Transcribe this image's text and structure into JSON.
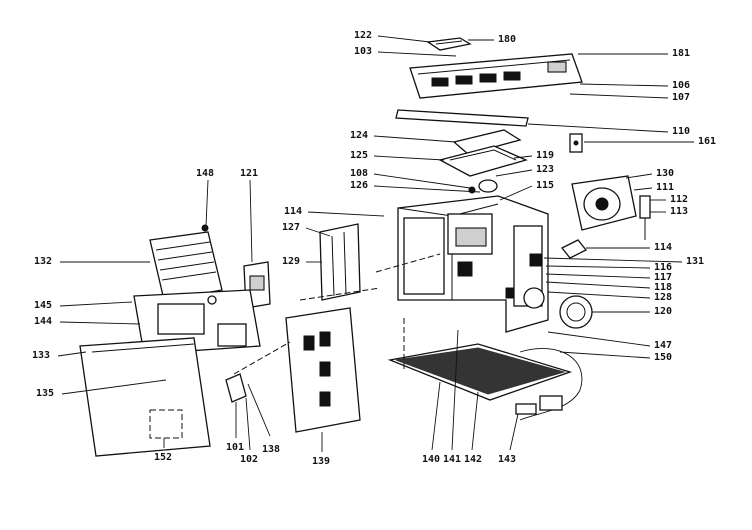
{
  "diagram": {
    "parts": [
      {
        "id": "p122",
        "number": "122"
      },
      {
        "id": "p180",
        "number": "180"
      },
      {
        "id": "p103",
        "number": "103"
      },
      {
        "id": "p181",
        "number": "181"
      },
      {
        "id": "p106",
        "number": "106"
      },
      {
        "id": "p107",
        "number": "107"
      },
      {
        "id": "p110",
        "number": "110"
      },
      {
        "id": "p161",
        "number": "161"
      },
      {
        "id": "p124",
        "number": "124"
      },
      {
        "id": "p125",
        "number": "125"
      },
      {
        "id": "p119",
        "number": "119"
      },
      {
        "id": "p123",
        "number": "123"
      },
      {
        "id": "p108",
        "number": "108"
      },
      {
        "id": "p126",
        "number": "126"
      },
      {
        "id": "p115",
        "number": "115"
      },
      {
        "id": "p130",
        "number": "130"
      },
      {
        "id": "p111",
        "number": "111"
      },
      {
        "id": "p112",
        "number": "112"
      },
      {
        "id": "p113",
        "number": "113"
      },
      {
        "id": "p148",
        "number": "148"
      },
      {
        "id": "p121",
        "number": "121"
      },
      {
        "id": "p114a",
        "number": "114"
      },
      {
        "id": "p127",
        "number": "127"
      },
      {
        "id": "p114b",
        "number": "114"
      },
      {
        "id": "p132",
        "number": "132"
      },
      {
        "id": "p129",
        "number": "129"
      },
      {
        "id": "p131",
        "number": "131"
      },
      {
        "id": "p116",
        "number": "116"
      },
      {
        "id": "p117",
        "number": "117"
      },
      {
        "id": "p118",
        "number": "118"
      },
      {
        "id": "p128",
        "number": "128"
      },
      {
        "id": "p145",
        "number": "145"
      },
      {
        "id": "p120",
        "number": "120"
      },
      {
        "id": "p144",
        "number": "144"
      },
      {
        "id": "p147",
        "number": "147"
      },
      {
        "id": "p150",
        "number": "150"
      },
      {
        "id": "p133",
        "number": "133"
      },
      {
        "id": "p135",
        "number": "135"
      },
      {
        "id": "p101",
        "number": "101"
      },
      {
        "id": "p102",
        "number": "102"
      },
      {
        "id": "p138",
        "number": "138"
      },
      {
        "id": "p139",
        "number": "139"
      },
      {
        "id": "p140",
        "number": "140"
      },
      {
        "id": "p141",
        "number": "141"
      },
      {
        "id": "p142",
        "number": "142"
      },
      {
        "id": "p143",
        "number": "143"
      },
      {
        "id": "p152",
        "number": "152"
      }
    ]
  }
}
